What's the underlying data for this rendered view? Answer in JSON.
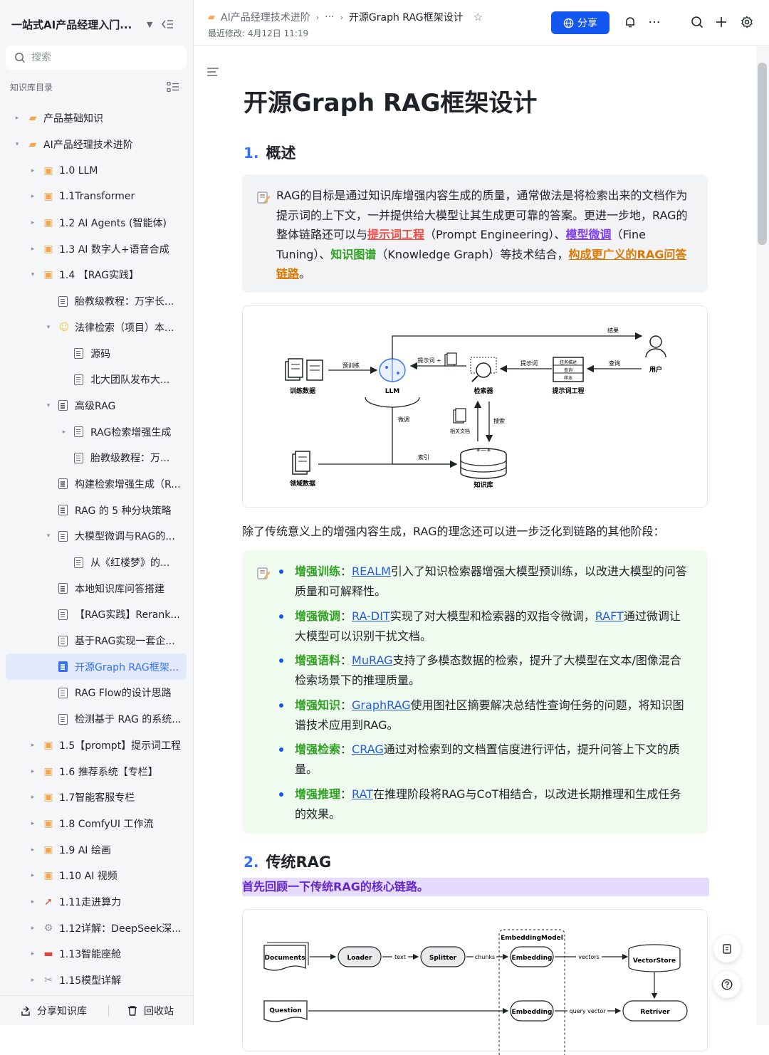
{
  "sidebar": {
    "title": "一站式AI产品经理入门...",
    "search_placeholder": "搜索",
    "dir_label": "知识库目录",
    "tree": [
      {
        "label": "产品基础知识",
        "level": 0,
        "arrow": "▸",
        "icon": "folder-icon",
        "color": "#f8a44c"
      },
      {
        "label": "AI产品经理技术进阶",
        "level": 0,
        "arrow": "▾",
        "icon": "folder-icon",
        "color": "#f8a44c"
      },
      {
        "label": "1.0 LLM",
        "level": 1,
        "arrow": "▸",
        "icon": "square-icon",
        "color": "#f8a44c"
      },
      {
        "label": "1.1Transformer",
        "level": 1,
        "arrow": "▸",
        "icon": "square-icon",
        "color": "#f8a44c"
      },
      {
        "label": "1.2 AI Agents (智能体)",
        "level": 1,
        "arrow": "▸",
        "icon": "square-icon",
        "color": "#f8a44c"
      },
      {
        "label": "1.3 AI 数字人+语音合成",
        "level": 1,
        "arrow": "▸",
        "icon": "square-icon",
        "color": "#f8a44c"
      },
      {
        "label": "1.4 【RAG实践】",
        "level": 1,
        "arrow": "▾",
        "icon": "square-icon",
        "color": "#f8a44c"
      },
      {
        "label": "胎教级教程：万字长...",
        "level": 2,
        "arrow": "",
        "icon": "doc-icon"
      },
      {
        "label": "法律检索（项目）本...",
        "level": 2,
        "arrow": "▾",
        "icon": "emoji-icon",
        "color": "#f7c23a"
      },
      {
        "label": "源码",
        "level": 3,
        "arrow": "",
        "icon": "doc-icon"
      },
      {
        "label": "北大团队发布大...",
        "level": 3,
        "arrow": "",
        "icon": "doc-icon"
      },
      {
        "label": "高级RAG",
        "level": 2,
        "arrow": "▾",
        "icon": "doc-icon"
      },
      {
        "label": "RAG检索增强生成",
        "level": 3,
        "arrow": "▸",
        "icon": "doc-icon"
      },
      {
        "label": "胎教级教程：万...",
        "level": 3,
        "arrow": "",
        "icon": "doc-icon"
      },
      {
        "label": "构建检索增强生成（R...",
        "level": 2,
        "arrow": "",
        "icon": "doc-icon"
      },
      {
        "label": "RAG 的 5 种分块策略",
        "level": 2,
        "arrow": "",
        "icon": "doc-icon"
      },
      {
        "label": "大模型微调与RAG的...",
        "level": 2,
        "arrow": "▾",
        "icon": "doc-icon"
      },
      {
        "label": "从《红楼梦》的...",
        "level": 3,
        "arrow": "",
        "icon": "doc-icon"
      },
      {
        "label": "本地知识库问答搭建",
        "level": 2,
        "arrow": "",
        "icon": "doc-icon"
      },
      {
        "label": "【RAG实践】Rerank...",
        "level": 2,
        "arrow": "",
        "icon": "doc-icon"
      },
      {
        "label": "基于RAG实现一套企...",
        "level": 2,
        "arrow": "",
        "icon": "doc-icon"
      },
      {
        "label": "开源Graph RAG框架...",
        "level": 2,
        "arrow": "",
        "icon": "doc-icon",
        "active": true
      },
      {
        "label": "RAG Flow的设计思路",
        "level": 2,
        "arrow": "",
        "icon": "doc-icon"
      },
      {
        "label": "检测基于 RAG 的系统...",
        "level": 2,
        "arrow": "",
        "icon": "doc-icon"
      },
      {
        "label": "1.5【prompt】提示词工程",
        "level": 1,
        "arrow": "▸",
        "icon": "square-icon",
        "color": "#f8a44c"
      },
      {
        "label": "1.6 推荐系统【专栏】",
        "level": 1,
        "arrow": "▸",
        "icon": "square-icon",
        "color": "#f8a44c"
      },
      {
        "label": "1.7智能客服专栏",
        "level": 1,
        "arrow": "▸",
        "icon": "square-icon",
        "color": "#f8a44c"
      },
      {
        "label": "1.8 ComfyUI 工作流",
        "level": 1,
        "arrow": "▸",
        "icon": "square-icon",
        "color": "#f8a44c"
      },
      {
        "label": "1.9 AI 绘画",
        "level": 1,
        "arrow": "▸",
        "icon": "square-icon",
        "color": "#f8a44c"
      },
      {
        "label": "1.10 AI 视频",
        "level": 1,
        "arrow": "▸",
        "icon": "square-icon",
        "color": "#f8a44c"
      },
      {
        "label": "1.11走进算力",
        "level": 1,
        "arrow": "▸",
        "icon": "rocket-icon",
        "color": "#e0463e"
      },
      {
        "label": "1.12详解：DeepSeek深...",
        "level": 1,
        "arrow": "▸",
        "icon": "gear-icon",
        "color": "#8f959e"
      },
      {
        "label": "1.13智能座舱",
        "level": 1,
        "arrow": "▸",
        "icon": "car-icon",
        "color": "#e0463e"
      },
      {
        "label": "1.15模型详解",
        "level": 1,
        "arrow": "▸",
        "icon": "tools-icon",
        "color": "#8f959e"
      }
    ],
    "footer": {
      "share": "分享知识库",
      "trash": "回收站"
    }
  },
  "topbar": {
    "crumb_parent": "AI产品经理技术进阶",
    "crumb_ellipsis": "···",
    "crumb_current": "开源Graph RAG框架设计",
    "modified": "最近修改: 4月12日 11:19",
    "share_label": "分享"
  },
  "doc": {
    "title": "开源Graph RAG框架设计",
    "s1_num": "1.",
    "s1_title": "概述",
    "intro": {
      "p1": "RAG的目标是通过知识库增强内容生成的质量，通常做法是将检索出来的文档作为提示词的上下文，一并提供给大模型让其生成更可靠的答案。更进一步地，RAG的整体链路还可以与",
      "prompt_eng": "提示词工程",
      "p2": "（Prompt Engineering）、",
      "finetune": "模型微调",
      "p3": "（Fine Tuning）、",
      "kg": "知识图谱",
      "p4": "（Knowledge Graph）等技术结合，",
      "broader": "构成更广义的RAG问答链路",
      "p5": "。"
    },
    "diagram1": {
      "train_data": "训练数据",
      "pretrain": "预训练",
      "llm": "LLM",
      "prompt_plus": "提示词 +",
      "retriever": "检索器",
      "prompt": "提示词",
      "prompt_eng": "提示词工程",
      "task_desc": "任务描述",
      "query_box": "查询",
      "sample": "样本",
      "query": "查询",
      "user": "用户",
      "result": "结果",
      "finetune": "微调",
      "related_docs": "相关文档",
      "search": "搜索",
      "index": "索引",
      "domain_data": "领域数据",
      "kb": "知识库"
    },
    "middle_para": "除了传统意义上的增强内容生成，RAG的理念还可以进一步泛化到链路的其他阶段：",
    "bullets": [
      {
        "key": "增强训练",
        "link": "REALM",
        "text": "引入了知识检索器增强大模型预训练，以改进大模型的问答质量和可解释性。"
      },
      {
        "key": "增强微调",
        "link": "RA-DIT",
        "text": "实现了对大模型和检索器的双指令微调，",
        "link2": "RAFT",
        "text2": "通过微调让大模型可以识别干扰文档。"
      },
      {
        "key": "增强语料",
        "link": "MuRAG",
        "text": "支持了多模态数据的检索，提升了大模型在文本/图像混合检索场景下的推理质量。"
      },
      {
        "key": "增强知识",
        "link": "GraphRAG",
        "text": "使用图社区摘要解决总结性查询任务的问题，将知识图谱技术应用到RAG。"
      },
      {
        "key": "增强检索",
        "link": "CRAG",
        "text": "通过对检索到的文档置信度进行评估，提升问答上下文的质量。"
      },
      {
        "key": "增强推理",
        "link": "RAT",
        "text": "在推理阶段将RAG与CoT相结合，以改进长期推理和生成任务的效果。"
      }
    ],
    "colon": "：",
    "s2_num": "2.",
    "s2_title": "传统RAG",
    "s2_highlight": "首先回顾一下传统RAG的核心链路。",
    "diagram2": {
      "documents": "Documents",
      "loader": "Loader",
      "text": "text",
      "splitter": "Splitter",
      "chunks": "chunks",
      "embedding_model": "EmbeddingModel",
      "embedding": "Embedding",
      "vectors": "vectors",
      "vectorstore": "VectorStore",
      "question": "Question",
      "embedding2": "Embedding",
      "query_vector": "query vector",
      "retriever": "Retriver"
    }
  },
  "colors": {
    "accent": "#1456f0",
    "active_bg": "#e1e9fb",
    "highlight": "#e5dcfb",
    "green": "#2ea121",
    "red": "#f54a45"
  }
}
